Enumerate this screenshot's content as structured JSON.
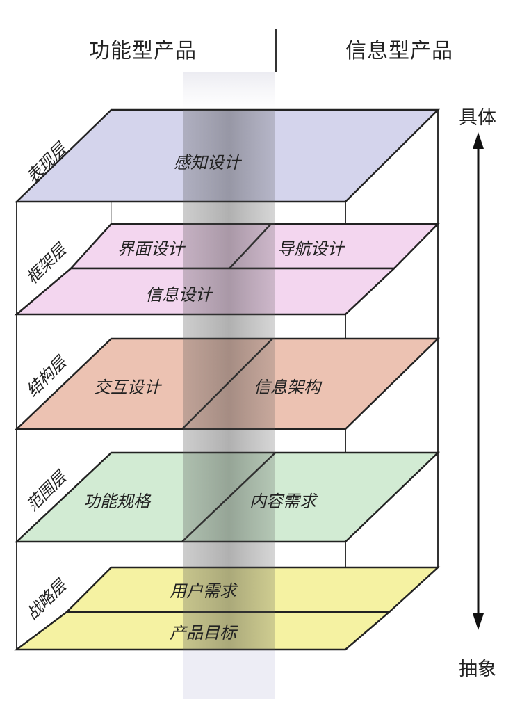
{
  "header": {
    "left": "功能型产品",
    "right": "信息型产品"
  },
  "axis": {
    "top": "具体",
    "bottom": "抽象"
  },
  "layers": [
    {
      "name": "表现层",
      "color": "#d4d4ec",
      "planes": [
        "感知设计"
      ]
    },
    {
      "name": "框架层",
      "color": "#f3d6ef",
      "planes": [
        "界面设计",
        "导航设计",
        "信息设计"
      ]
    },
    {
      "name": "结构层",
      "color": "#ecc2b2",
      "planes": [
        "交互设计",
        "信息架构"
      ]
    },
    {
      "name": "范围层",
      "color": "#d2ebd3",
      "planes": [
        "功能规格",
        "内容需求"
      ]
    },
    {
      "name": "战略层",
      "color": "#f5f2a2",
      "planes": [
        "用户需求",
        "产品目标"
      ]
    }
  ]
}
